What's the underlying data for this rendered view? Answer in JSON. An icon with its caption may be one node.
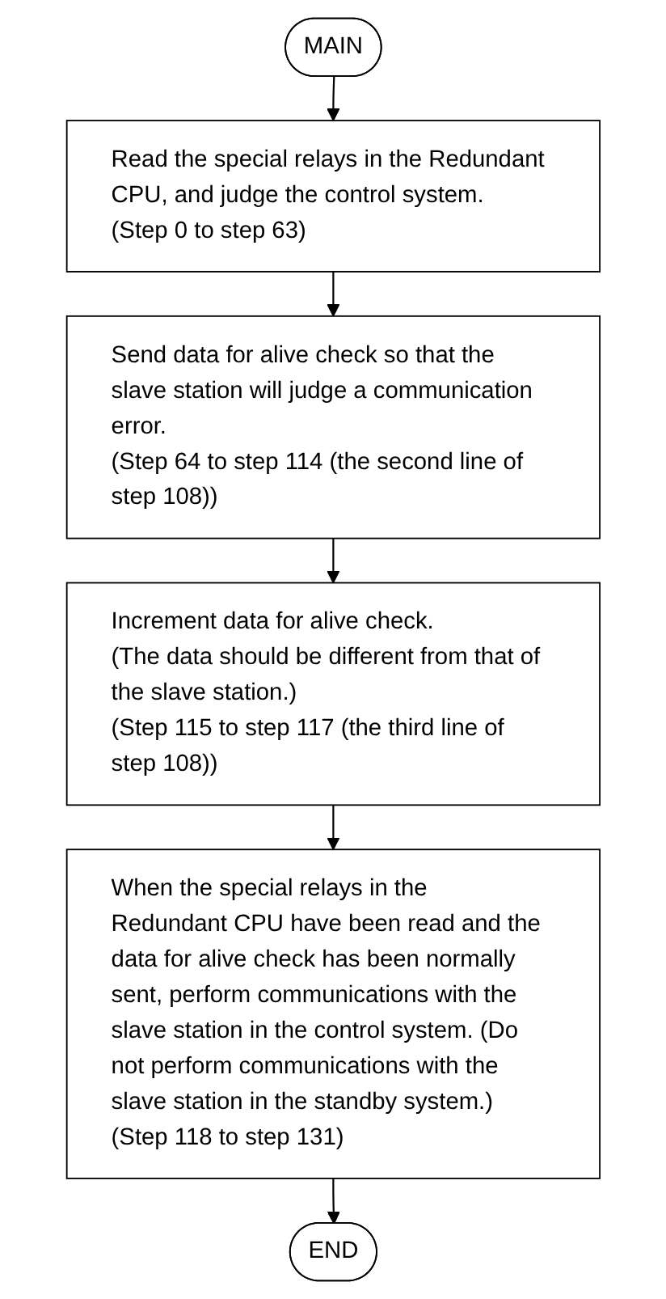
{
  "diagram": {
    "nodes": [
      {
        "text": [
          "MAIN"
        ]
      },
      {
        "text": [
          "Read the special relays in the Redundant CPU, and judge the control system.",
          "(Step 0 to step 63)"
        ]
      },
      {
        "text": [
          "Send data for alive check so that the slave station will judge a communication error.",
          "(Step 64 to step 114 (the second line of step 108))"
        ]
      },
      {
        "text": [
          "Increment data for alive check.",
          "(The data should be different from that of the slave station.)",
          "(Step 115 to step 117 (the third line of step 108))"
        ]
      },
      {
        "text": [
          "When the special relays in the Redundant CPU have been read and the data for alive check has been normally sent, perform communications with the slave station in the control system. (Do not perform communications with the slave station in the standby system.) (Step 118 to step 131)"
        ]
      },
      {
        "text": [
          "END"
        ]
      }
    ],
    "edges": [
      {
        "from": 0,
        "to": 1,
        "arrow": "to"
      },
      {
        "from": 1,
        "to": 2,
        "arrow": "to"
      },
      {
        "from": 2,
        "to": 3,
        "arrow": "to"
      },
      {
        "from": 3,
        "to": 4,
        "arrow": "to"
      },
      {
        "from": 4,
        "to": 5,
        "arrow": "to"
      }
    ]
  }
}
